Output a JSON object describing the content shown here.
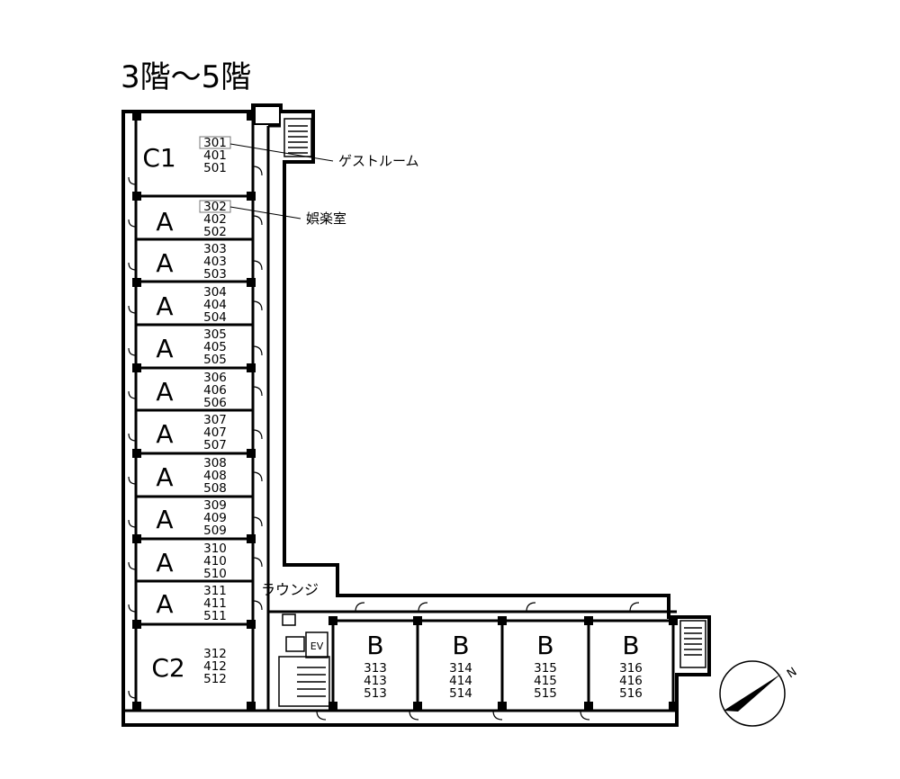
{
  "title": "3階〜5階",
  "callouts": {
    "guest_room": "ゲストルーム",
    "recreation_room": "娯楽室"
  },
  "lounge_label": "ラウンジ",
  "elevator_label": "EV",
  "north_label": "N",
  "units_left": [
    {
      "type": "C1",
      "rooms": [
        "301",
        "401",
        "501"
      ]
    },
    {
      "type": "A",
      "rooms": [
        "302",
        "402",
        "502"
      ]
    },
    {
      "type": "A",
      "rooms": [
        "303",
        "403",
        "503"
      ]
    },
    {
      "type": "A",
      "rooms": [
        "304",
        "404",
        "504"
      ]
    },
    {
      "type": "A",
      "rooms": [
        "305",
        "405",
        "505"
      ]
    },
    {
      "type": "A",
      "rooms": [
        "306",
        "406",
        "506"
      ]
    },
    {
      "type": "A",
      "rooms": [
        "307",
        "407",
        "507"
      ]
    },
    {
      "type": "A",
      "rooms": [
        "308",
        "408",
        "508"
      ]
    },
    {
      "type": "A",
      "rooms": [
        "309",
        "409",
        "509"
      ]
    },
    {
      "type": "A",
      "rooms": [
        "310",
        "410",
        "510"
      ]
    },
    {
      "type": "A",
      "rooms": [
        "311",
        "411",
        "511"
      ]
    },
    {
      "type": "C2",
      "rooms": [
        "312",
        "412",
        "512"
      ]
    }
  ],
  "units_bottom": [
    {
      "type": "B",
      "rooms": [
        "313",
        "413",
        "513"
      ]
    },
    {
      "type": "B",
      "rooms": [
        "314",
        "414",
        "514"
      ]
    },
    {
      "type": "B",
      "rooms": [
        "315",
        "415",
        "515"
      ]
    },
    {
      "type": "B",
      "rooms": [
        "316",
        "416",
        "516"
      ]
    }
  ]
}
